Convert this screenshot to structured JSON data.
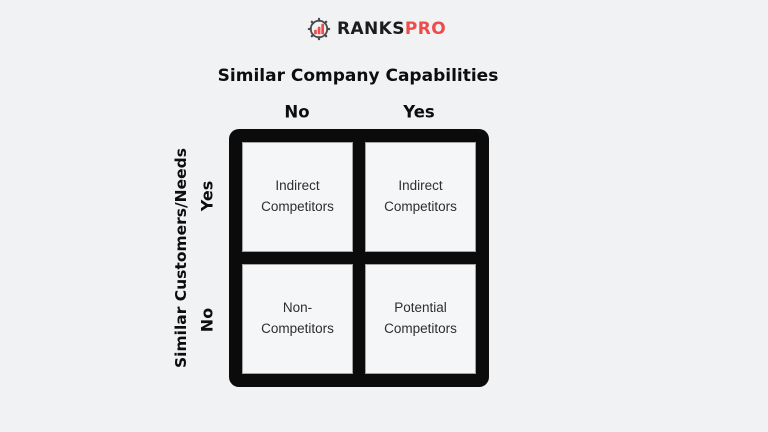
{
  "page": {
    "background": "#f1f2f4"
  },
  "brand": {
    "icon": "gear-bar-chart",
    "name_primary": "RANKS",
    "name_secondary": "PRO",
    "accent_color": "#ef4b4b",
    "text_color": "#1c1c1c"
  },
  "matrix": {
    "title": "Similar Company Capabilities",
    "col_labels": [
      "No",
      "Yes"
    ],
    "row_axis_title": "Similar Customers/Needs",
    "row_labels": [
      "Yes",
      "No"
    ],
    "cells": [
      {
        "row": "Yes",
        "col": "No",
        "label": "Indirect\nCompetitors"
      },
      {
        "row": "Yes",
        "col": "Yes",
        "label": "Indirect\nCompetitors"
      },
      {
        "row": "No",
        "col": "No",
        "label": "Non-\nCompetitors"
      },
      {
        "row": "No",
        "col": "Yes",
        "label": "Potential\nCompetitors"
      }
    ],
    "frame_color": "#0b0b0b",
    "cell_background": "#f5f6f8",
    "cell_border_color": "#a3a3a3"
  }
}
